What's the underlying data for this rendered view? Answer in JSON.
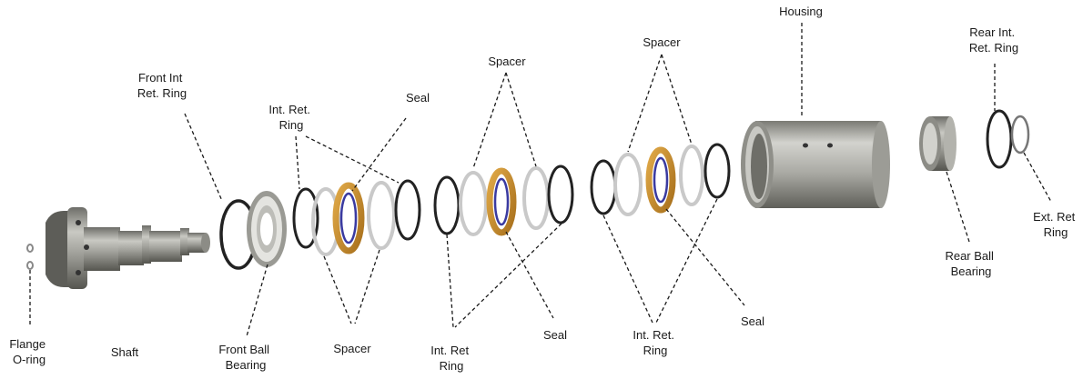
{
  "diagram": {
    "labels": {
      "flange_oring": [
        "Flange",
        "O-ring"
      ],
      "shaft": [
        "Shaft"
      ],
      "front_int_ret_ring": [
        "Front Int",
        "Ret. Ring"
      ],
      "front_ball_bearing": [
        "Front Ball",
        "Bearing"
      ],
      "int_ret_ring_1": [
        "Int. Ret.",
        "Ring"
      ],
      "seal_1": [
        "Seal"
      ],
      "spacer_1": [
        "Spacer"
      ],
      "spacer_2": [
        "Spacer"
      ],
      "int_ret_ring_2": [
        "Int. Ret",
        "Ring"
      ],
      "seal_2": [
        "Seal"
      ],
      "spacer_3": [
        "Spacer"
      ],
      "int_ret_ring_3": [
        "Int. Ret.",
        "Ring"
      ],
      "seal_3": [
        "Seal"
      ],
      "housing": [
        "Housing"
      ],
      "rear_ball_bearing": [
        "Rear Ball",
        "Bearing"
      ],
      "rear_int_ret_ring": [
        "Rear Int.",
        "Ret. Ring"
      ],
      "ext_ret_ring": [
        "Ext. Ret",
        "Ring"
      ]
    },
    "colors": {
      "metal": "#9a9a94",
      "metal_dark": "#5d5d58",
      "ring_black": "#222222",
      "spacer": "#c9c9c9",
      "seal_gold": "#c88a2a",
      "seal_blue": "#3a3aa0",
      "leader": "#1a1a1a"
    }
  }
}
